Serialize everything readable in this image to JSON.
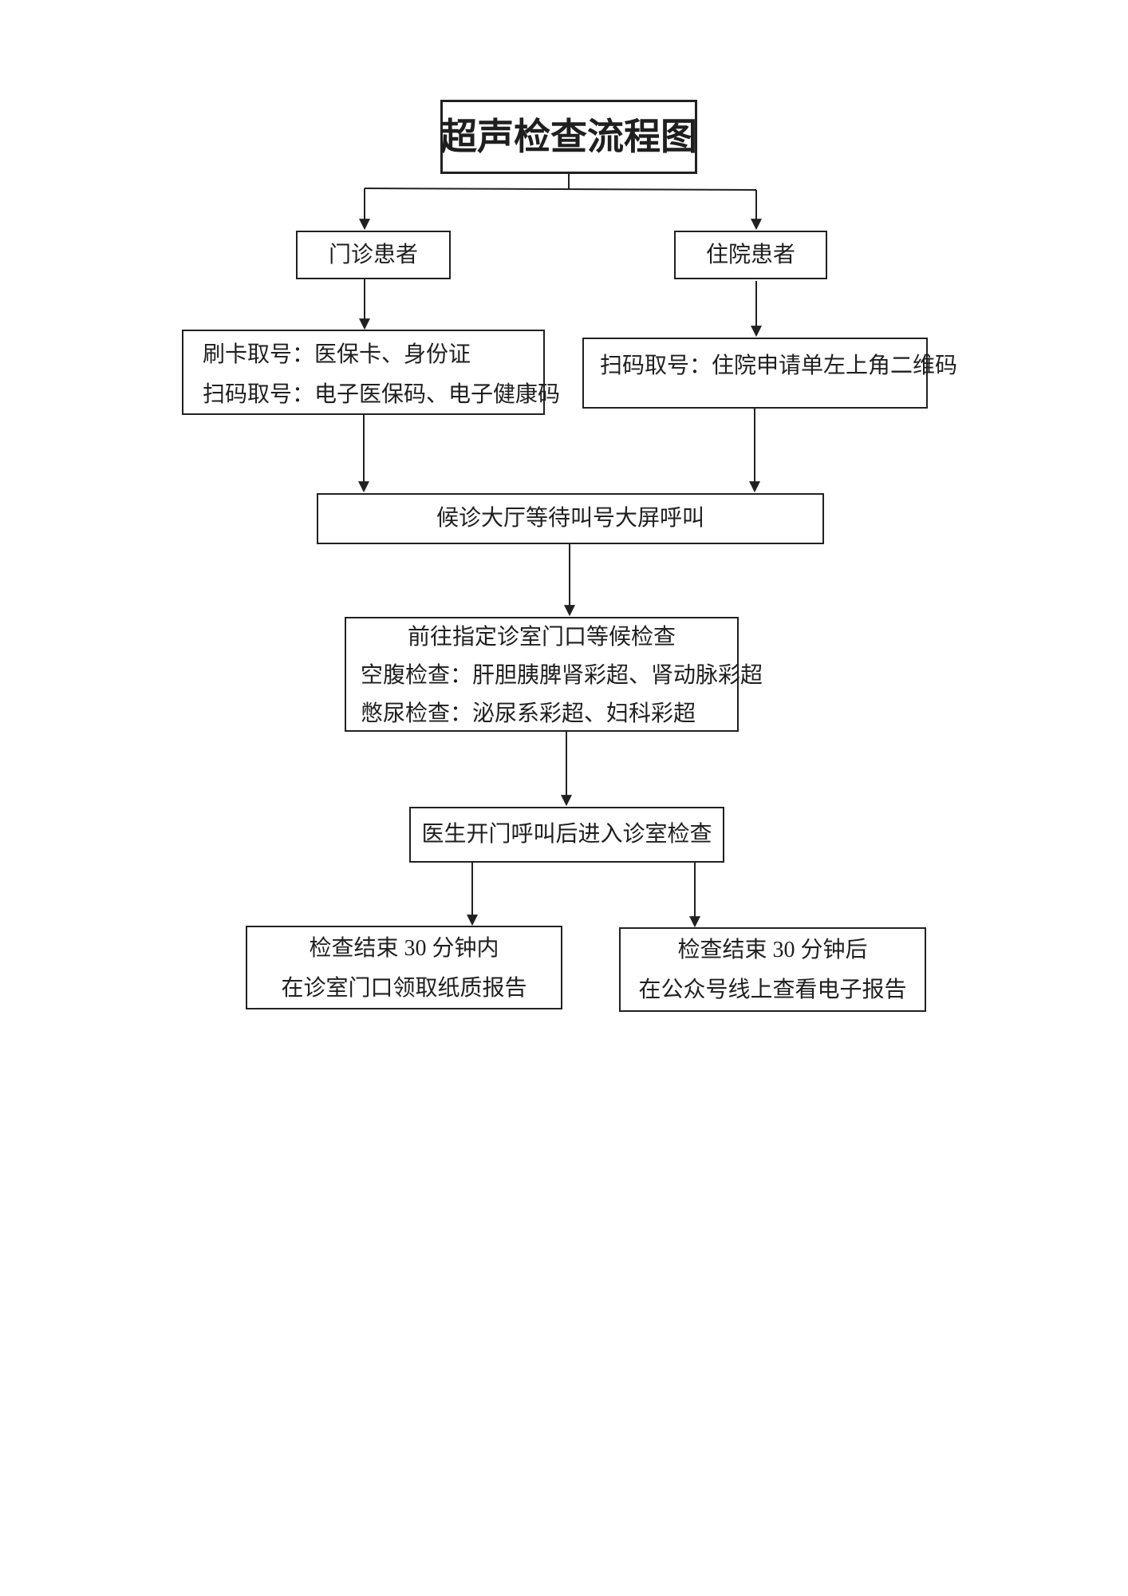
{
  "page": {
    "background": "#ffffff",
    "ink_color": "#1f1f1f",
    "border_color": "#212121"
  },
  "flowchart": {
    "title": "超声检查流程图",
    "outpatient": {
      "label": "门诊患者"
    },
    "inpatient": {
      "label": "住院患者"
    },
    "outpatient_checkin": {
      "lines": [
        "刷卡取号：医保卡、身份证",
        "扫码取号：电子医保码、电子健康码"
      ]
    },
    "inpatient_checkin": {
      "lines": [
        "扫码取号：住院申请单左上角二维码"
      ]
    },
    "waiting_hall": {
      "label": "候诊大厅等待叫号大屏呼叫"
    },
    "exam_waiting": {
      "heading": "前往指定诊室门口等候检查",
      "lines": [
        "空腹检查：肝胆胰脾肾彩超、肾动脉彩超",
        "憋尿检查：泌尿系彩超、妇科彩超"
      ]
    },
    "enter_room": {
      "label": "医生开门呼叫后进入诊室检查"
    },
    "paper_report": {
      "lines": [
        "检查结束 30 分钟内",
        "在诊室门口领取纸质报告"
      ]
    },
    "electronic_report": {
      "lines": [
        "检查结束 30 分钟后",
        "在公众号线上查看电子报告"
      ]
    }
  }
}
